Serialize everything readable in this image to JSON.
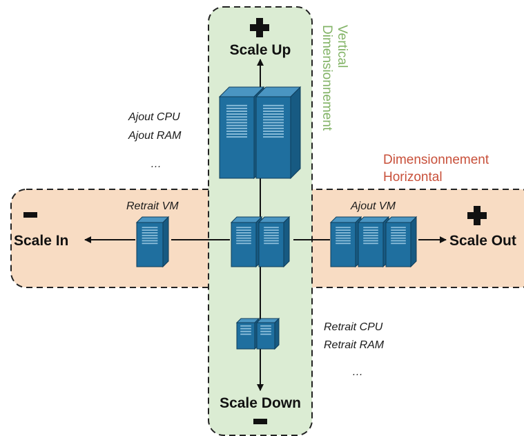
{
  "colors": {
    "vertical_band_fill": "#dbecd3",
    "horizontal_band_fill": "#f8dcc3",
    "vertical_title_color": "#82b366",
    "horizontal_title_color": "#c8503a",
    "server_front": "#1f6f9f",
    "server_side": "#175a82",
    "server_top": "#4a95c2",
    "server_slot": "#8fc0dc",
    "line_color": "#111111"
  },
  "icons": {
    "plus": "plus-icon",
    "minus": "minus-icon",
    "server": "server-rack-icon"
  },
  "vertical": {
    "title_line1": "Dimensionnement",
    "title_line2": "Vertical",
    "up_label": "Scale Up",
    "down_label": "Scale Down",
    "add_lines": [
      "Ajout CPU",
      "Ajout RAM",
      "…"
    ],
    "remove_lines": [
      "Retrait CPU",
      "Retrait RAM",
      "…"
    ]
  },
  "horizontal": {
    "title_line1": "Dimensionnement",
    "title_line2": "Horizontal",
    "in_label": "Scale In",
    "out_label": "Scale Out",
    "remove_vm_label": "Retrait VM",
    "add_vm_label": "Ajout VM"
  }
}
